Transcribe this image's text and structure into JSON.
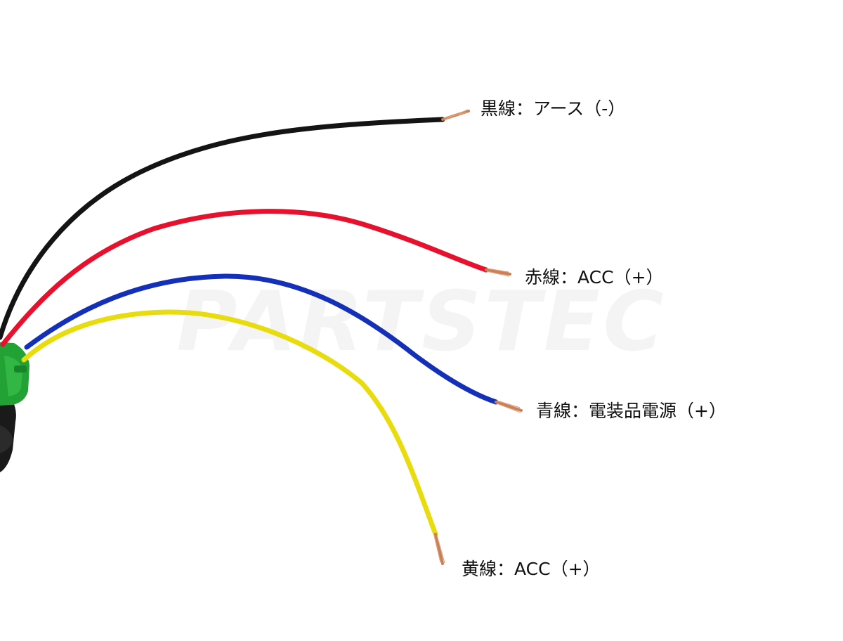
{
  "watermark": {
    "text": "PARTSTEC"
  },
  "labels": {
    "black_wire": "黒線：アース（-）",
    "red_wire": "赤線：ACC（+）",
    "blue_wire": "青線：電装品電源（+）",
    "yellow_wire": "黄線：ACC（+）"
  },
  "colors": {
    "black_wire": "#141414",
    "red_wire": "#e8112d",
    "blue_wire": "#1530b8",
    "yellow_wire": "#e8dc0e",
    "connector": "#22a135",
    "copper": "#c8805a"
  }
}
